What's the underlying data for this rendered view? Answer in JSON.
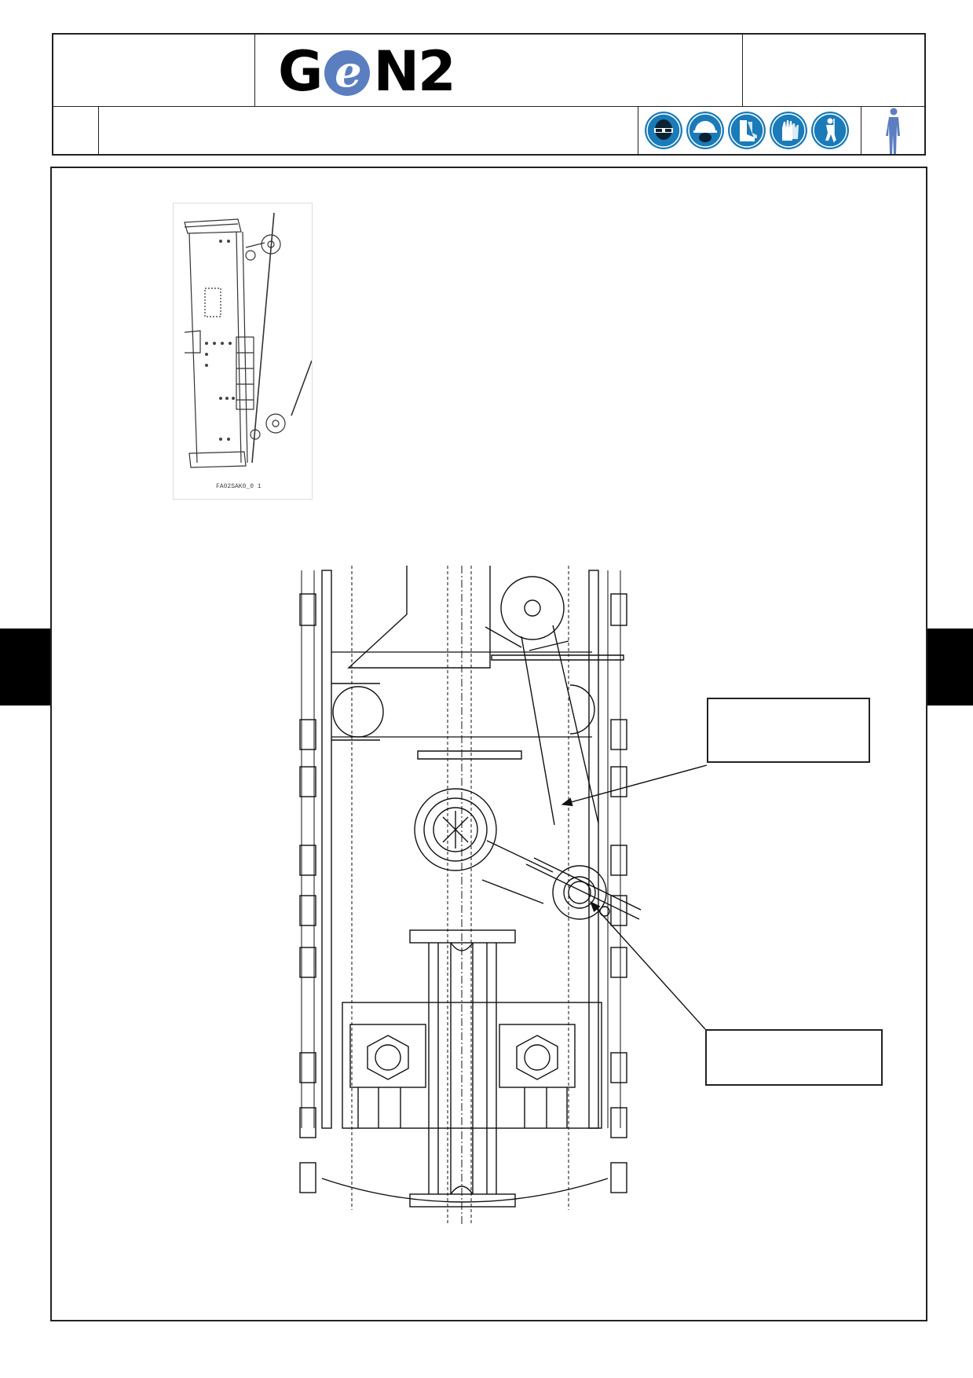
{
  "header": {
    "logo": {
      "prefix": "G",
      "accent": "e",
      "suffix": "N2",
      "accent_color": "#5a7ec0"
    },
    "ppe_icons": [
      {
        "name": "safety-glasses-icon",
        "color": "#1a7bb8"
      },
      {
        "name": "hard-hat-icon",
        "color": "#1a7bb8"
      },
      {
        "name": "safety-boots-icon",
        "color": "#1a7bb8"
      },
      {
        "name": "gloves-icon",
        "color": "#1a7bb8"
      },
      {
        "name": "harness-icon",
        "color": "#1a7bb8"
      }
    ],
    "personnel_icon": {
      "name": "one-person-icon",
      "color": "#5a7ec0"
    }
  },
  "figures": {
    "thumbnail": {
      "caption": "FA02SAK0_0 1"
    }
  }
}
